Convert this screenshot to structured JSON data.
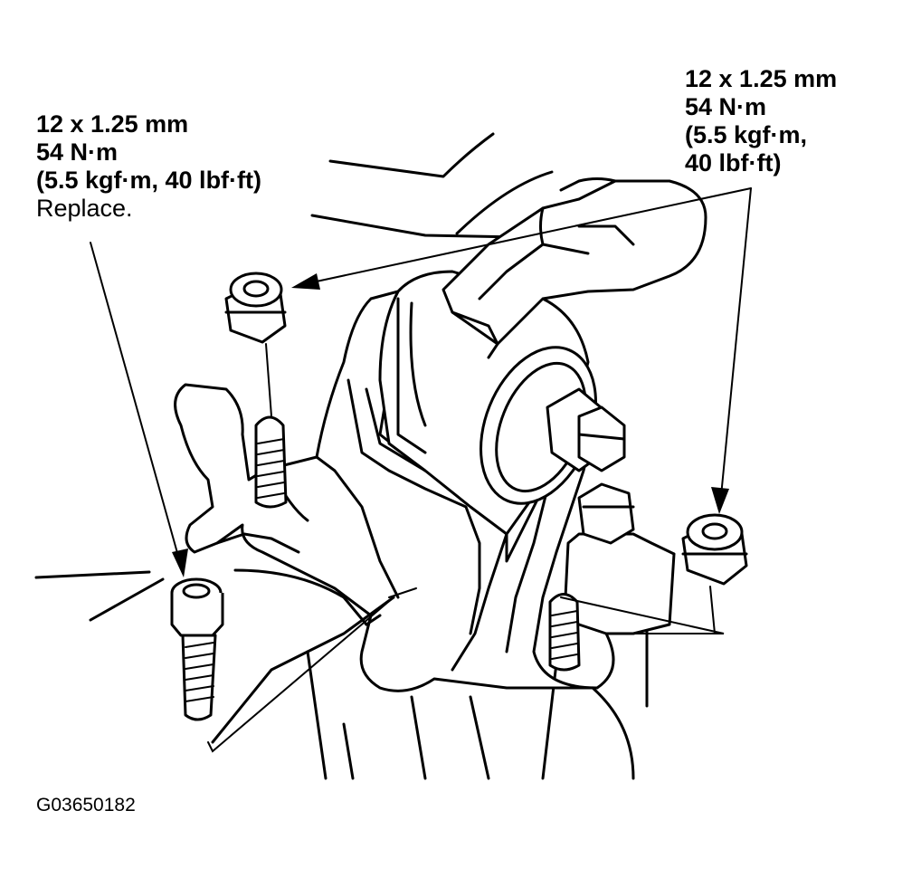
{
  "callouts": {
    "left": {
      "thread": "12 x 1.25 mm",
      "torque": "54 N·m",
      "torque_alt": "(5.5 kgf·m, 40 lbf·ft)",
      "note": "Replace."
    },
    "right": {
      "thread": "12 x 1.25 mm",
      "torque": "54 N·m",
      "torque_alt_1": "(5.5 kgf·m,",
      "torque_alt_2": "40 lbf·ft)"
    }
  },
  "figure_code": "G03650182"
}
